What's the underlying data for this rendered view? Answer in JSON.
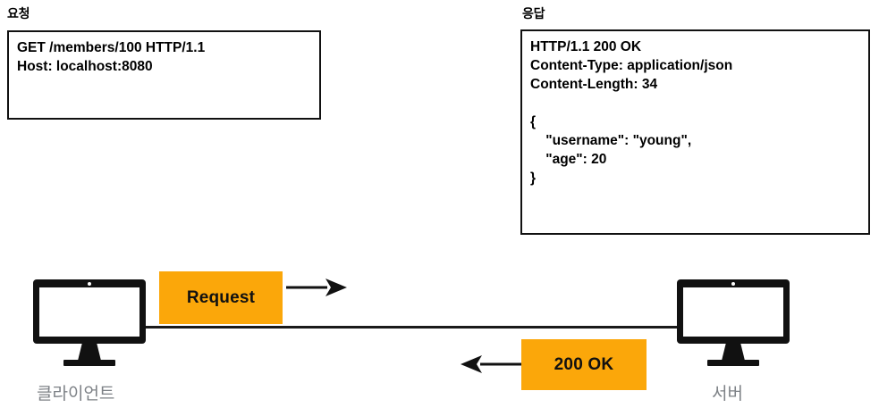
{
  "request": {
    "title": "요청",
    "lines": [
      "GET /members/100 HTTP/1.1",
      "Host: localhost:8080"
    ]
  },
  "response": {
    "title": "응답",
    "lines": [
      "HTTP/1.1 200 OK",
      "Content-Type: application/json",
      "Content-Length: 34",
      "",
      "{",
      "    \"username\": \"young\",",
      "    \"age\": 20",
      "}"
    ]
  },
  "diagram": {
    "client_label": "클라이언트",
    "server_label": "서버",
    "request_chip": "Request",
    "status_chip": "200 OK",
    "arrow_request_direction": "right",
    "arrow_response_direction": "left"
  },
  "colors": {
    "chip_orange": "#FBA70A",
    "ink": "#111111",
    "label_gray": "#7d8186",
    "canvas": "#ffffff"
  }
}
